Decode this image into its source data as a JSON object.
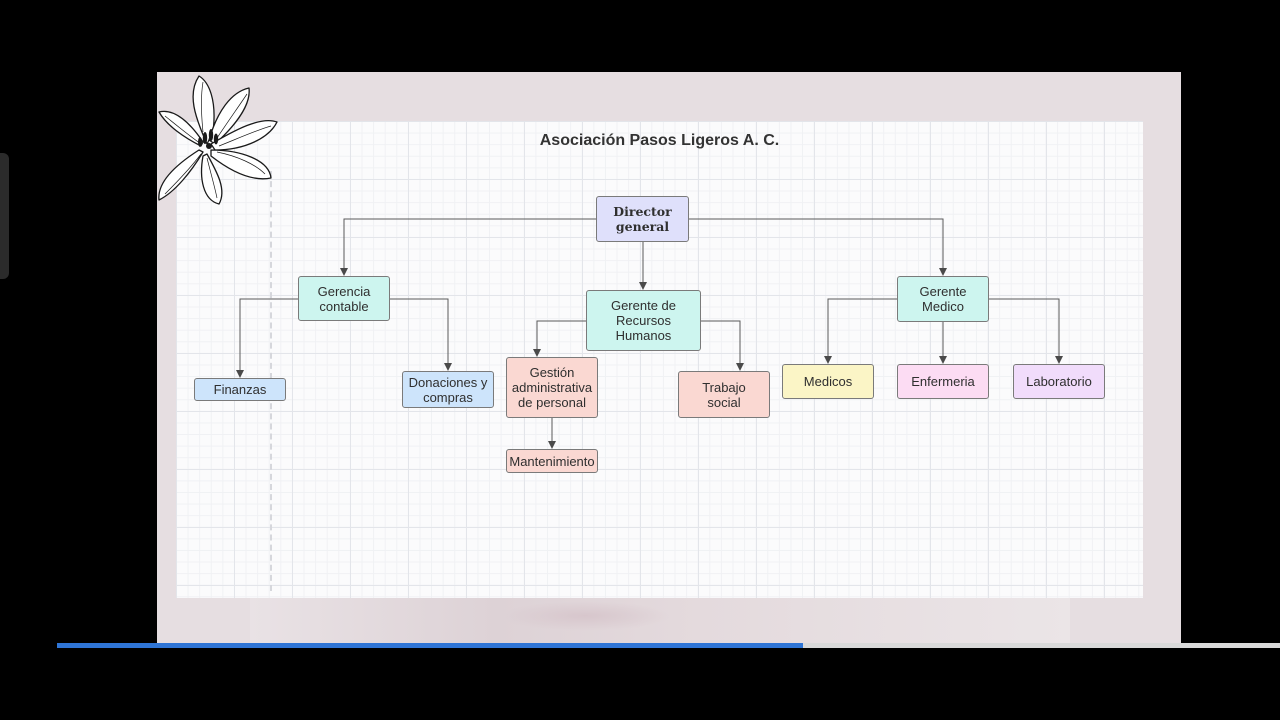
{
  "diagram": {
    "title": "Asociación Pasos Ligeros  A. C.",
    "nodes": {
      "director": "Director\ngeneral",
      "gerencia_contable": "Gerencia\ncontable",
      "gerente_rh": "Gerente de\nRecursos\nHumanos",
      "gerente_medico": "Gerente\nMedico",
      "finanzas": "Finanzas",
      "donaciones": "Donaciones y\ncompras",
      "gestion": "Gestión\nadministrativa\nde personal",
      "trabajo_social": "Trabajo\nsocial",
      "mantenimiento": "Mantenimiento",
      "medicos": "Medicos",
      "enfermeria": "Enfermeria",
      "laboratorio": "Laboratorio"
    }
  },
  "player": {
    "progress_fraction": 0.61
  },
  "colors": {
    "director": "#dfe0fb",
    "gerentes": "#cdf5ef",
    "contable_children": "#cde4fb",
    "rh_children": "#fad8d2",
    "medicos": "#fbf5c6",
    "enfermeria": "#fcdcf3",
    "laboratorio": "#f1dcfb",
    "progress": "#2f75d6"
  }
}
